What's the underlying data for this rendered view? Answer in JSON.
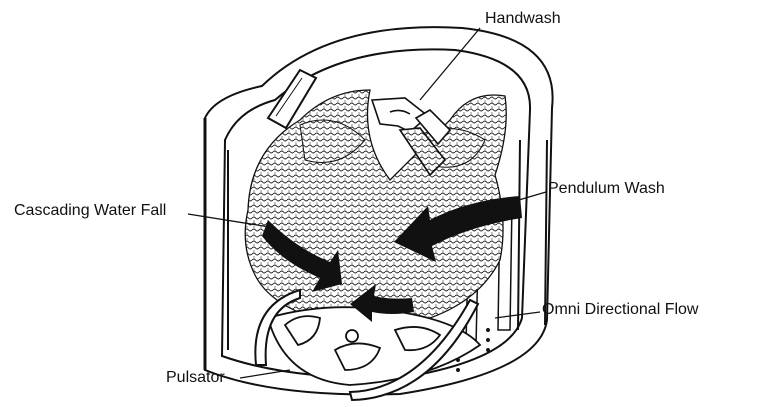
{
  "labels": {
    "handwash": "Handwash",
    "pendulum_wash": "Pendulum Wash",
    "cascading_water_fall": "Cascading Water Fall",
    "omni_directional_flow": "Omni Directional Flow",
    "pulsator": "Pulsator"
  },
  "colors": {
    "line": "#111111",
    "background": "#ffffff"
  }
}
